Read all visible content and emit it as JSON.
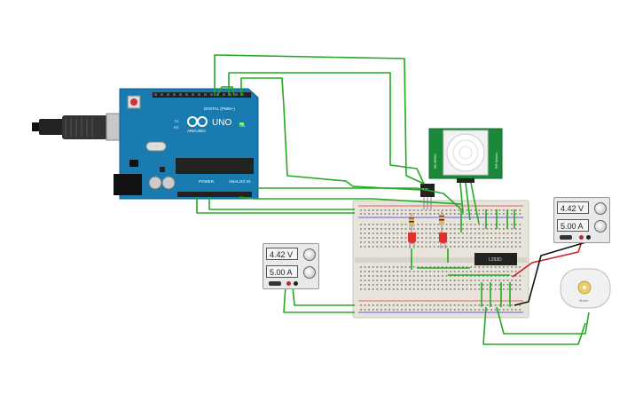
{
  "arduino": {
    "brand": "UNO",
    "logo_text": "ARDUINO",
    "digital_label": "DIGITAL (PWM~)",
    "power_label": "POWER",
    "analog_label": "ANALOG IN",
    "tx_label": "TX",
    "rx_label": "RX",
    "on_label": "ON"
  },
  "ic": {
    "label": "L293D"
  },
  "transistor": {
    "label": "TIP"
  },
  "pir": {
    "label_left": "HC-SR501",
    "label_right": "PIR Sensor"
  },
  "motor": {
    "label": "Motor"
  },
  "psu_left": {
    "voltage": "4.42 V",
    "current": "5.00 A"
  },
  "psu_right": {
    "voltage": "4.42 V",
    "current": "5.00 A"
  },
  "colors": {
    "board": "#1a7bb0",
    "wire": "#22aa22",
    "pir_board": "#1a8a3a",
    "breadboard": "#e8e4dc"
  }
}
